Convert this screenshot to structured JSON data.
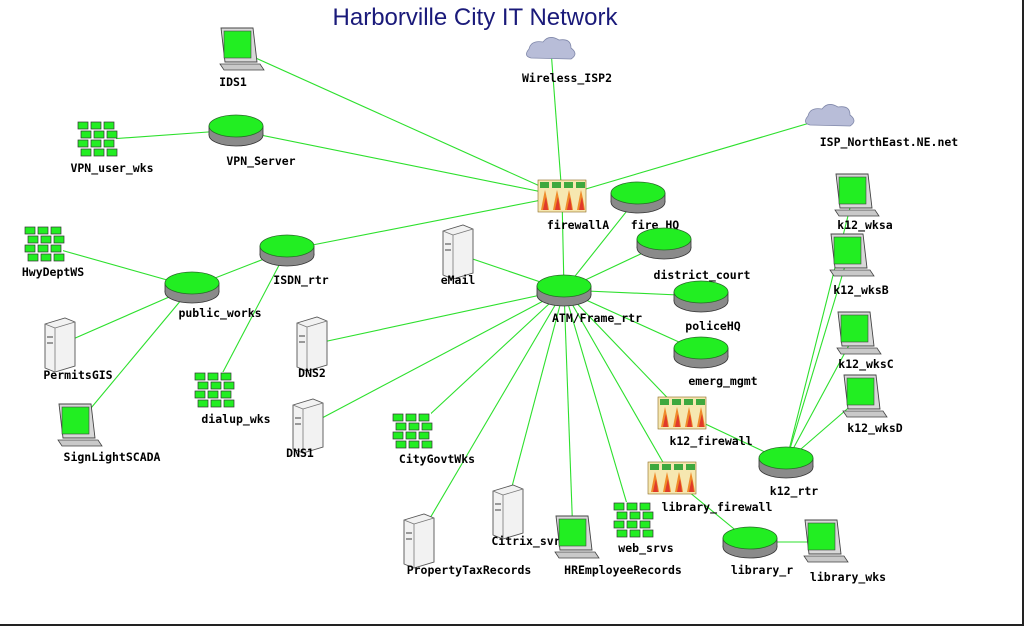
{
  "title": "Harborville City IT Network",
  "colors": {
    "link": "#2de02d",
    "device_green": "#22ee22",
    "title": "#1a1a7a"
  },
  "nodes": [
    {
      "id": "IDS1",
      "type": "monitor-icon"
    },
    {
      "id": "Wireless_ISP2",
      "type": "cloud-icon"
    },
    {
      "id": "VPN_user_wks",
      "type": "workgroup-icon"
    },
    {
      "id": "VPN_Server",
      "type": "router-icon"
    },
    {
      "id": "ISP_NorthEast.NE.net",
      "type": "cloud-icon"
    },
    {
      "id": "firewallA",
      "type": "firewall-icon"
    },
    {
      "id": "fire_HQ",
      "type": "router-icon"
    },
    {
      "id": "k12_wksa",
      "type": "monitor-icon"
    },
    {
      "id": "HwyDeptWS",
      "type": "workgroup-icon"
    },
    {
      "id": "ISDN_rtr",
      "type": "router-icon"
    },
    {
      "id": "eMail",
      "type": "server-icon"
    },
    {
      "id": "district_court",
      "type": "router-icon"
    },
    {
      "id": "k12_wksB",
      "type": "monitor-icon"
    },
    {
      "id": "public_works",
      "type": "router-icon"
    },
    {
      "id": "ATM/Frame_rtr",
      "type": "router-icon"
    },
    {
      "id": "policeHQ",
      "type": "router-icon"
    },
    {
      "id": "PermitsGIS",
      "type": "server-icon"
    },
    {
      "id": "DNS2",
      "type": "server-icon"
    },
    {
      "id": "k12_wksC",
      "type": "monitor-icon"
    },
    {
      "id": "emerg_mgmt",
      "type": "router-icon"
    },
    {
      "id": "dialup_wks",
      "type": "workgroup-icon"
    },
    {
      "id": "k12_wksD",
      "type": "monitor-icon"
    },
    {
      "id": "k12_firewall",
      "type": "firewall-icon"
    },
    {
      "id": "DNS1",
      "type": "server-icon"
    },
    {
      "id": "CityGovtWks",
      "type": "workgroup-icon"
    },
    {
      "id": "SignLightSCADA",
      "type": "monitor-icon"
    },
    {
      "id": "k12_rtr",
      "type": "router-icon"
    },
    {
      "id": "library_firewall",
      "type": "firewall-icon"
    },
    {
      "id": "Citrix_svr",
      "type": "server-icon"
    },
    {
      "id": "web_srvs",
      "type": "workgroup-icon"
    },
    {
      "id": "PropertyTaxRecords",
      "type": "server-icon"
    },
    {
      "id": "HREmployeeRecords",
      "type": "monitor-icon"
    },
    {
      "id": "library_rtr",
      "label": "library_r",
      "type": "router-icon"
    },
    {
      "id": "library_wks",
      "type": "monitor-icon"
    }
  ],
  "links": [
    [
      "IDS1",
      "firewallA"
    ],
    [
      "Wireless_ISP2",
      "firewallA"
    ],
    [
      "VPN_user_wks",
      "VPN_Server"
    ],
    [
      "VPN_Server",
      "firewallA"
    ],
    [
      "ISP_NorthEast.NE.net",
      "firewallA"
    ],
    [
      "firewallA",
      "ISDN_rtr"
    ],
    [
      "firewallA",
      "ATM/Frame_rtr"
    ],
    [
      "fire_HQ",
      "ATM/Frame_rtr"
    ],
    [
      "ISDN_rtr",
      "public_works"
    ],
    [
      "ISDN_rtr",
      "dialup_wks"
    ],
    [
      "HwyDeptWS",
      "public_works"
    ],
    [
      "public_works",
      "PermitsGIS"
    ],
    [
      "public_works",
      "SignLightSCADA"
    ],
    [
      "eMail",
      "ATM/Frame_rtr"
    ],
    [
      "district_court",
      "ATM/Frame_rtr"
    ],
    [
      "policeHQ",
      "ATM/Frame_rtr"
    ],
    [
      "emerg_mgmt",
      "ATM/Frame_rtr"
    ],
    [
      "DNS2",
      "ATM/Frame_rtr"
    ],
    [
      "DNS1",
      "ATM/Frame_rtr"
    ],
    [
      "CityGovtWks",
      "ATM/Frame_rtr"
    ],
    [
      "PropertyTaxRecords",
      "ATM/Frame_rtr"
    ],
    [
      "Citrix_svr",
      "ATM/Frame_rtr"
    ],
    [
      "HREmployeeRecords",
      "ATM/Frame_rtr"
    ],
    [
      "web_srvs",
      "ATM/Frame_rtr"
    ],
    [
      "ATM/Frame_rtr",
      "k12_firewall"
    ],
    [
      "ATM/Frame_rtr",
      "library_firewall"
    ],
    [
      "k12_firewall",
      "k12_rtr"
    ],
    [
      "k12_rtr",
      "k12_wksa"
    ],
    [
      "k12_rtr",
      "k12_wksB"
    ],
    [
      "k12_rtr",
      "k12_wksC"
    ],
    [
      "k12_rtr",
      "k12_wksD"
    ],
    [
      "library_firewall",
      "library_rtr"
    ],
    [
      "library_rtr",
      "library_wks"
    ]
  ]
}
